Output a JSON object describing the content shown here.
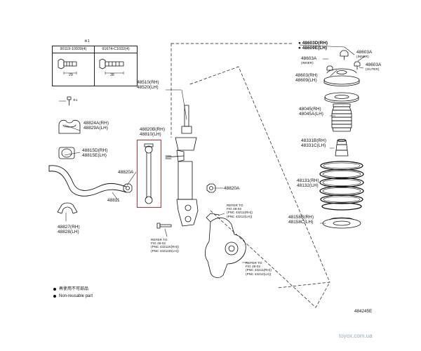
{
  "table": {
    "col1_header": "90119-10939(4)",
    "col2_header": "91674-C1032(4)",
    "col1_dim": "29",
    "col2_dim": "38",
    "marker": "※1"
  },
  "callouts": {
    "stab_link_rh": "48820B(RH)",
    "stab_link_lh": "48810(LH)",
    "strut_rh": "48510(RH)",
    "strut_lh": "48520(LH)",
    "bracket_rh": "48824A(RH)",
    "bracket_lh": "48829A(LH)",
    "bushing_rh": "48815D(RH)",
    "bushing_lh": "48815E(LH)",
    "nut_left": "48820A",
    "nut_right": "48820A",
    "stab_bar": "48811",
    "lower_bracket_rh": "48827(RH)",
    "lower_bracket_lh": "48828(LH)",
    "bolt_marker": "※1",
    "mount_rh": "● 48603D(RH)",
    "mount_lh": "● 48609E(LH)",
    "nut_a_top": "48603A",
    "nut_a_top_sub": "(INNER)",
    "nut_a_right": "48603A",
    "nut_a_right_inner": "(INNER)",
    "nut_a_right_outer": "48603A",
    "nut_a_right_outer_sub": "(OUTER)",
    "mount_sub_rh": "48603(RH)",
    "mount_sub_lh": "48609(LH)",
    "bumper_rh": "48045(RH)",
    "bumper_lh": "48045A(LH)",
    "stopper_rh": "48331B(RH)",
    "stopper_lh": "48331C(LH)",
    "spring_rh": "48131(RH)",
    "spring_lh": "48132(LH)",
    "insulator_rh": "48158B(RH)",
    "insulator_lh": "48158C(LH)"
  },
  "refs": {
    "ref_a": [
      "REFER TO",
      "FIG 48-02",
      "(PNC 43211(RH))",
      "(PNC 43212(LH))"
    ],
    "ref_b": [
      "REFER TO",
      "FIG 48-02",
      "(PNC 43211K(RH))",
      "(PNC 43212D(LH))"
    ],
    "ref_c": [
      "REFER TO",
      "FIG 48-02",
      "(PNC 43211(RH))",
      "(PNC 43212(LH))"
    ]
  },
  "legend": {
    "line1": "再使用不可部品",
    "line2": "Non-reusable part"
  },
  "diagram_id": "484245E",
  "watermark": "toyox.com.ua",
  "colors": {
    "highlight": "#e0252e",
    "line": "#111111",
    "watermark": "#9aa7b5"
  }
}
